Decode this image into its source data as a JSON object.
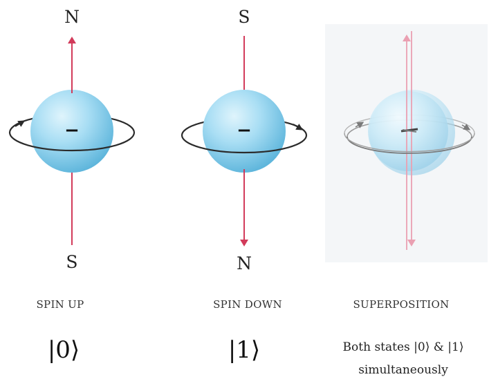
{
  "panels": [
    {
      "top_pole": "N",
      "bottom_pole": "S",
      "caption": "SPIN UP",
      "ket": "|0⟩",
      "charge": "−"
    },
    {
      "top_pole": "S",
      "bottom_pole": "N",
      "caption": "SPIN DOWN",
      "ket": "|1⟩",
      "charge": "−"
    },
    {
      "caption": "SUPERPOSITION",
      "description_line1": "Both states |0⟩ & |1⟩",
      "description_line2": "simultaneously"
    }
  ],
  "colors": {
    "sphere": "#8fd3ef",
    "arrow": "#d23a5a",
    "orbit": "#2b2b2b"
  }
}
